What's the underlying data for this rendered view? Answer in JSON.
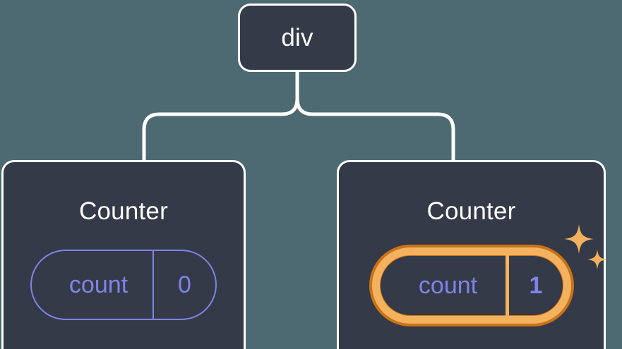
{
  "diagram": {
    "type": "component-tree",
    "background_color": "#4d6a72",
    "node_fill_color": "#353a48",
    "node_border_color": "#ffffff",
    "connector_color": "#ffffff",
    "state_color": "#8183e8",
    "highlight_outer_color": "#c87318",
    "highlight_inner_color": "#f5b25e",
    "sparkle_color": "#f5b25e"
  },
  "root": {
    "label": "div"
  },
  "children": [
    {
      "title": "Counter",
      "state": {
        "key": "count",
        "value": "0"
      },
      "highlighted": false
    },
    {
      "title": "Counter",
      "state": {
        "key": "count",
        "value": "1"
      },
      "highlighted": true,
      "sparkle_icons": [
        "sparkle-large-icon",
        "sparkle-small-icon"
      ]
    }
  ]
}
